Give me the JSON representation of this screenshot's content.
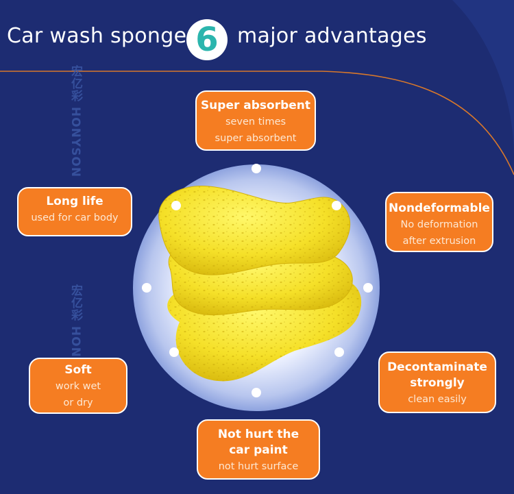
{
  "header": {
    "title_before": "Car wash sponge",
    "number": "6",
    "title_after": "major advantages"
  },
  "watermark": {
    "cn": "宏亿彩",
    "en": "HONYSON"
  },
  "advantages": [
    {
      "title": "Super absorbent",
      "lines": [
        "seven times",
        "super absorbent"
      ]
    },
    {
      "title": "Long life",
      "lines": [
        "used for car body"
      ]
    },
    {
      "title": "Nondeformable",
      "lines": [
        "No deformation",
        "after extrusion"
      ]
    },
    {
      "title": "Soft",
      "lines": [
        "work wet",
        "or dry"
      ]
    },
    {
      "title": "Decontaminate strongly",
      "lines": [
        "clean easily"
      ]
    },
    {
      "title": "Not hurt the car paint",
      "lines": [
        "not hurt surface"
      ]
    }
  ],
  "colors": {
    "background": "#1d2c72",
    "card": "#f57d22",
    "accent_line": "#d9782a",
    "number": "#2bb5ad"
  }
}
